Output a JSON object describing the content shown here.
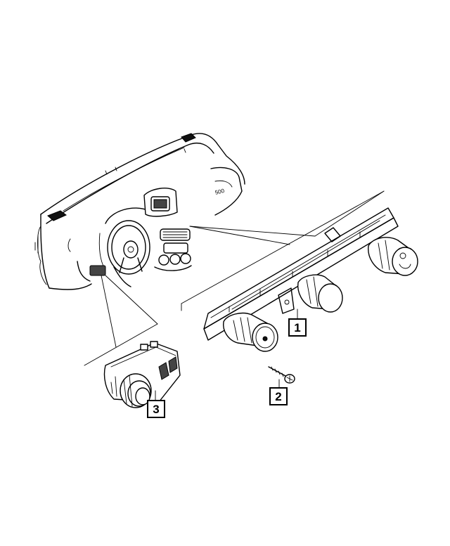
{
  "callouts": [
    {
      "id": "1",
      "label": "1"
    },
    {
      "id": "2",
      "label": "2"
    },
    {
      "id": "3",
      "label": "3"
    }
  ],
  "parts": [
    {
      "callout": "1",
      "icon": "heater-control-panel-icon"
    },
    {
      "callout": "2",
      "icon": "screw-icon"
    },
    {
      "callout": "3",
      "icon": "headlamp-switch-icon"
    }
  ],
  "overview_icon": "instrument-panel-dashboard-icon"
}
